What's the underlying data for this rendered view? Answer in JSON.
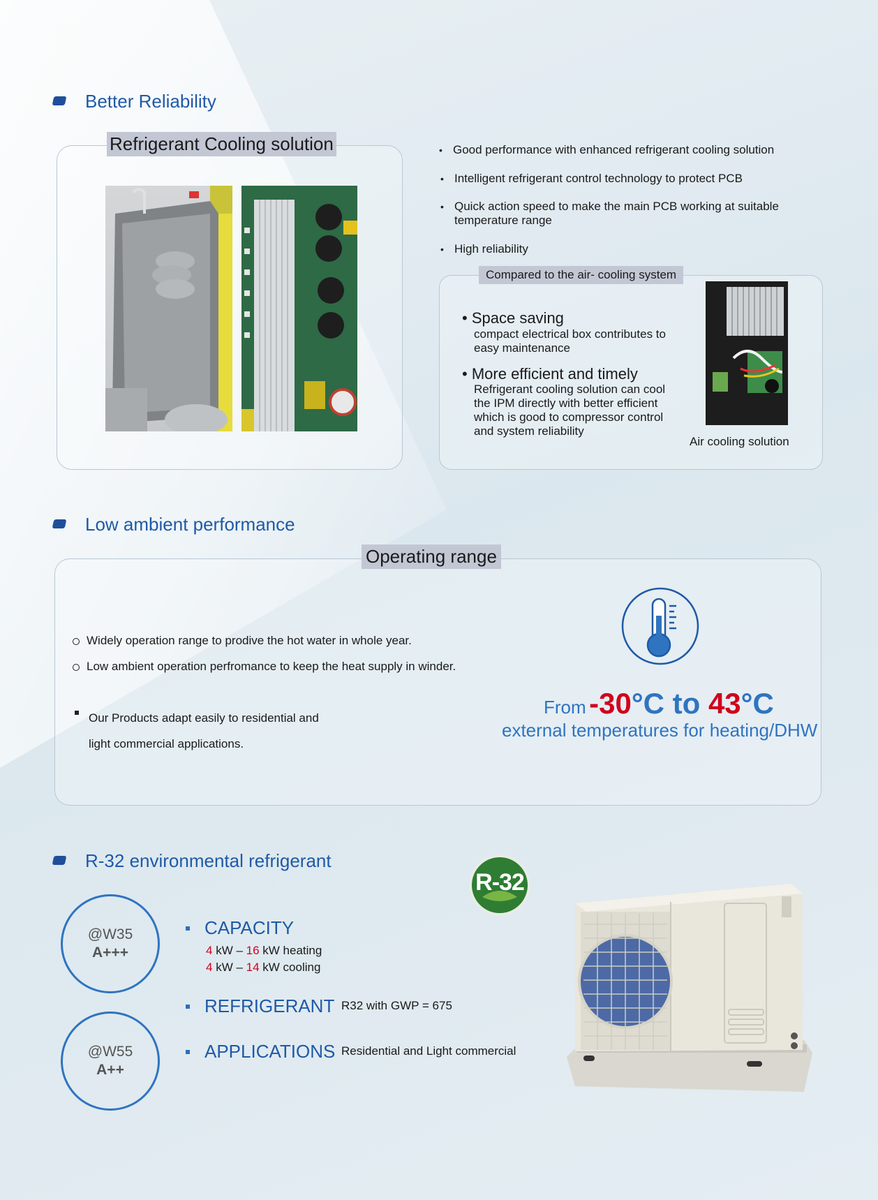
{
  "section1": {
    "title": "Better Reliability",
    "box_tag": "Refrigerant Cooling solution",
    "bullets": [
      "Good performance with enhanced refrigerant cooling solution",
      "Intelligent refrigerant control technology to protect PCB",
      "Quick action speed to make the main PCB working at suitable",
      "temperature range",
      "High reliability"
    ],
    "compare": {
      "tag": "Compared to the air- cooling system",
      "item1_title": "Space saving",
      "item1_lines": [
        "compact electrical box contributes to",
        "easy maintenance"
      ],
      "item2_title": "More efficient and timely",
      "item2_lines": [
        "Refrigerant cooling solution can cool",
        "the IPM directly with better efficient",
        "which is good to compressor control",
        "and system reliability"
      ],
      "caption": "Air cooling solution"
    }
  },
  "section2": {
    "title": "Low ambient performance",
    "box_tag": "Operating range",
    "bullets": [
      "Widely operation range to prodive the hot water in whole year.",
      "Low ambient operation perfromance to keep the heat supply in winder."
    ],
    "square_bullet_lines": [
      "Our Products adapt easily to residential and",
      "light commercial applications."
    ],
    "range": {
      "from": "From",
      "low": "-30",
      "unit1": "°C to ",
      "high": "43",
      "unit2": "°C",
      "sub": "external temperatures for heating/DHW"
    },
    "icon": "thermometer-icon"
  },
  "section3": {
    "title": "R-32 environmental refrigerant",
    "badge": "R-32",
    "circles": [
      {
        "line1": "@W35",
        "line2": "A+++"
      },
      {
        "line1": "@W55",
        "line2": "A++"
      }
    ],
    "capacity": {
      "label": "CAPACITY",
      "heat_min": "4",
      "heat_mid": " kW – ",
      "heat_max": "16",
      "heat_end": " kW heating",
      "cool_min": "4",
      "cool_mid": " kW – ",
      "cool_max": "14",
      "cool_end": " kW cooling"
    },
    "refrigerant": {
      "label": "REFRIGERANT",
      "value": "R32 with GWP = 675"
    },
    "applications": {
      "label": "APPLICATIONS",
      "value": "Residential and Light commercial"
    }
  },
  "colors": {
    "accent_blue": "#1f5aa6",
    "red": "#d0021b",
    "badge_green": "#2e7d32"
  }
}
